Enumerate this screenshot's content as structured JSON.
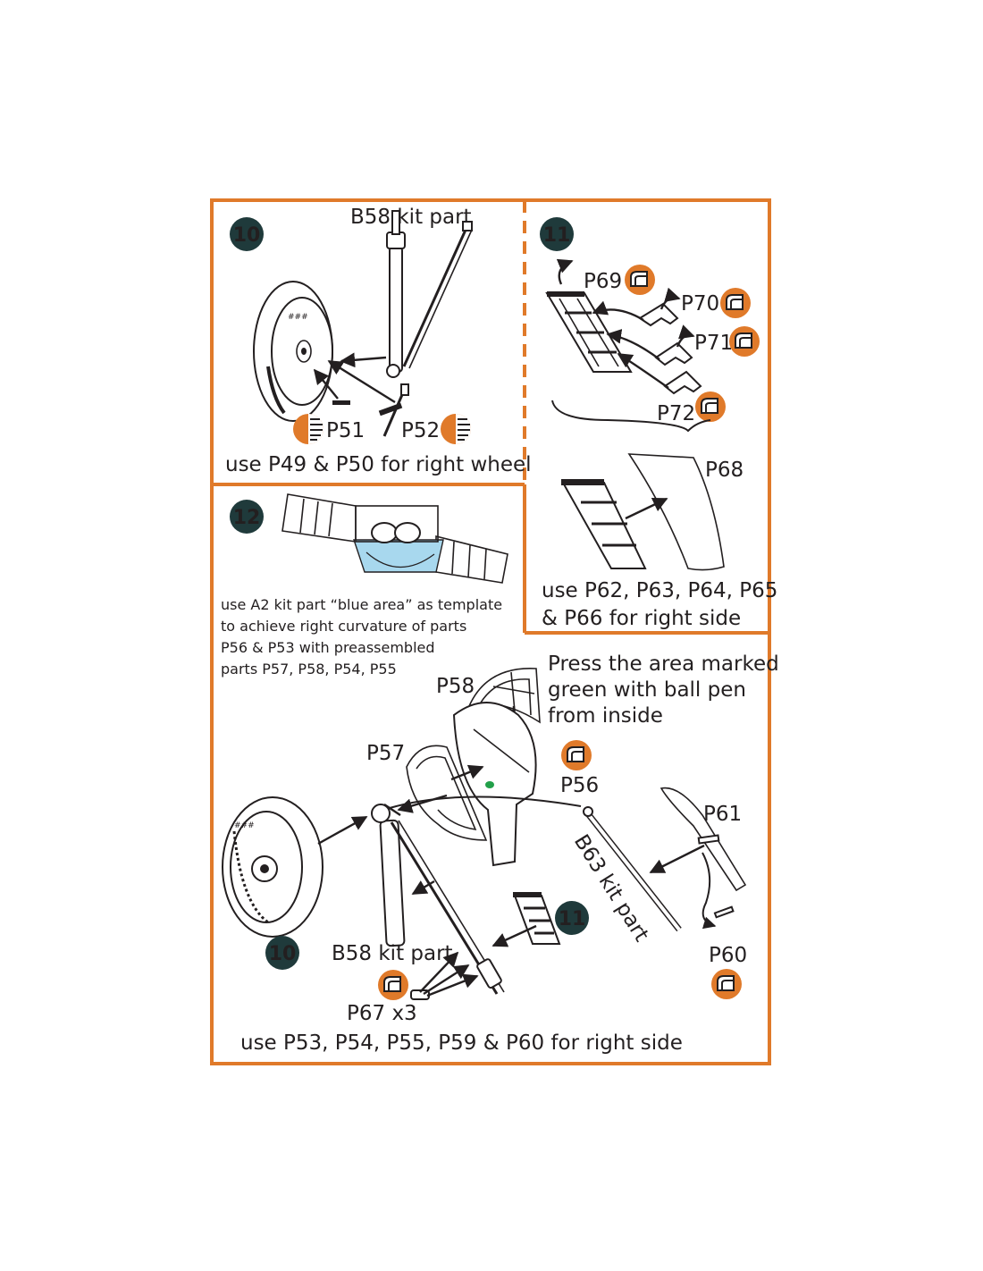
{
  "colors": {
    "frame": "#e07a2a",
    "step_badge": "#1f3a3b",
    "pe_icon": "#e07a2a",
    "blue_area": "#a8d8ee",
    "green_mark": "#22a04a"
  },
  "step10": {
    "badge": "10",
    "kit_part": "B58 kit part",
    "part_a": "P51",
    "part_b": "P52",
    "note": "use P49 & P50 for right wheel"
  },
  "step11": {
    "badge": "11",
    "parts": [
      "P69",
      "P70",
      "P71",
      "P72",
      "P68"
    ],
    "note_line1": "use P62, P63, P64, P65",
    "note_line2": "& P66 for right side"
  },
  "step12": {
    "badge": "12",
    "note_lines": [
      "use A2 kit part “blue area” as template",
      "to achieve right curvature of parts",
      "P56 & P53 with preassembled",
      "parts P57, P58, P54, P55"
    ]
  },
  "main": {
    "press_lines": [
      "Press the area marked",
      "green with ball pen",
      "from inside"
    ],
    "p58": "P58",
    "p57": "P57",
    "p56": "P56",
    "p61": "P61",
    "p60": "P60",
    "b63": "B63 kit part",
    "b58": "B58 kit part",
    "p67": "P67 x3",
    "badge_10": "10",
    "badge_11": "11",
    "bottom_note": "use P53, P54, P55, P59 & P60 for right side"
  }
}
